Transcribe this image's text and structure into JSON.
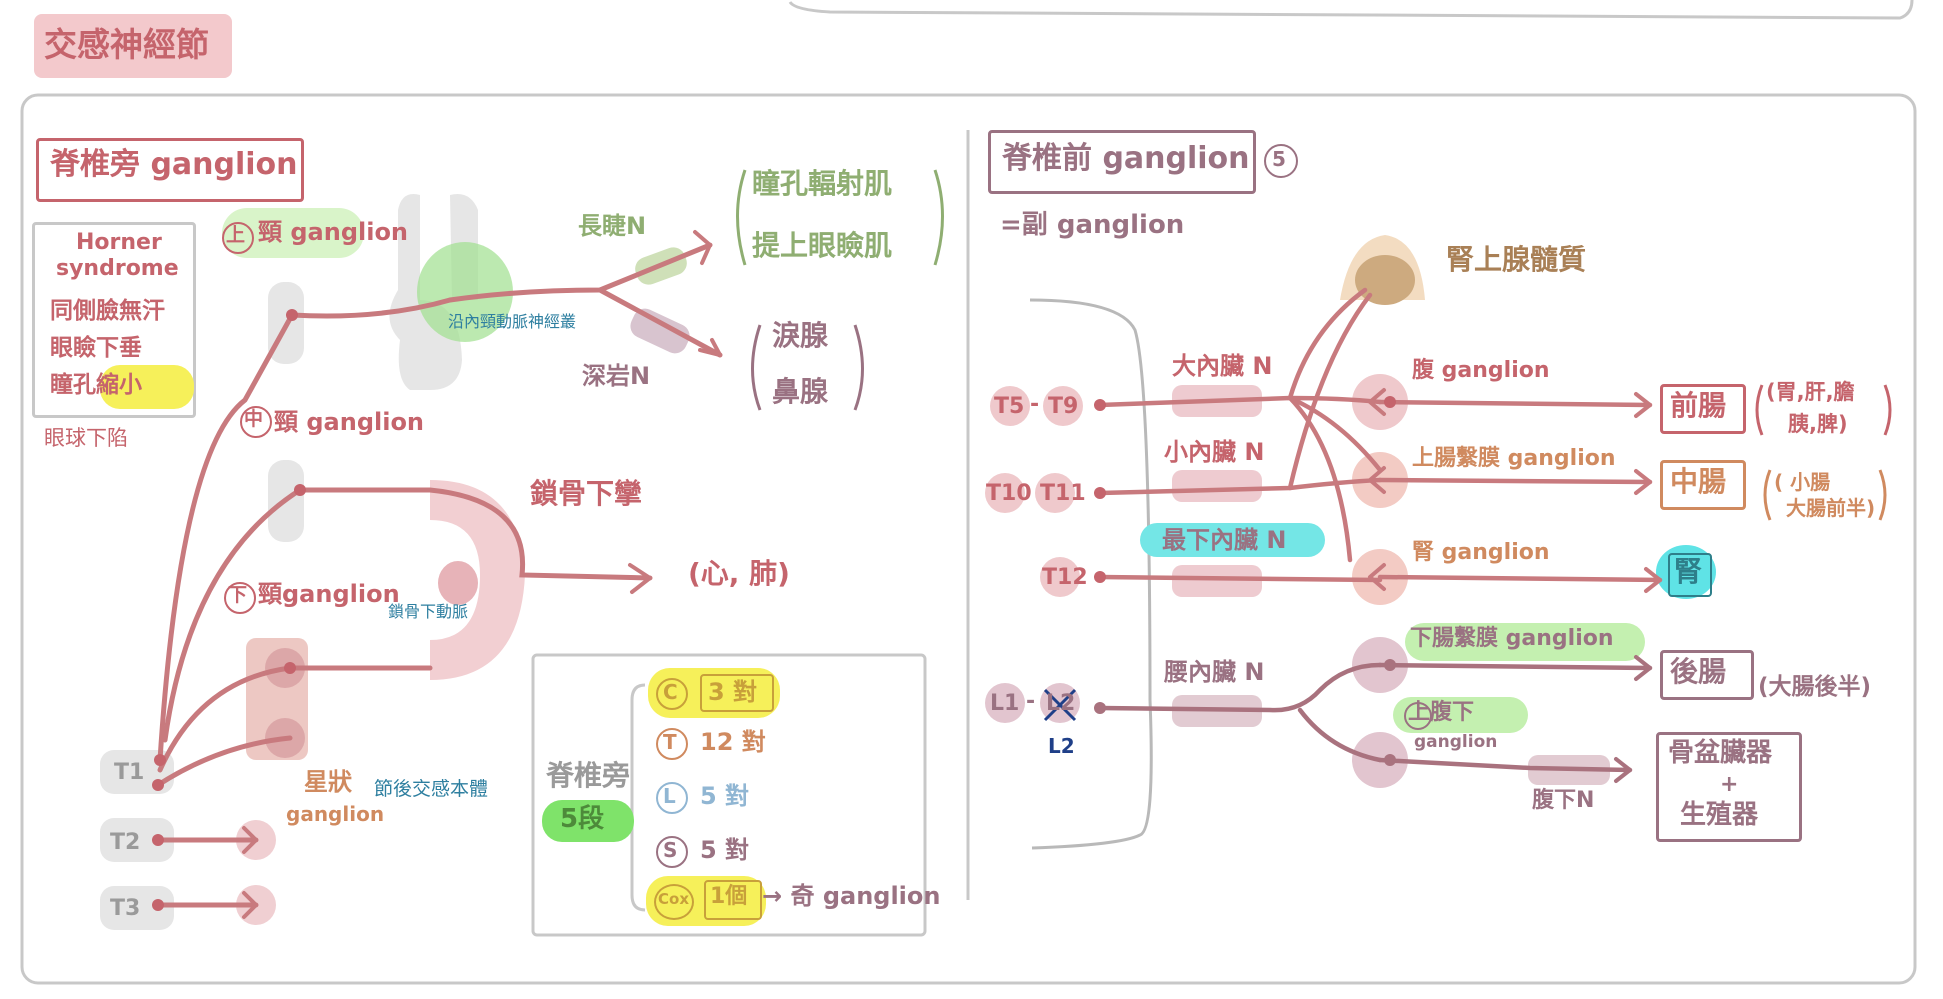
{
  "title": "交感神經節",
  "left_section": {
    "header": "脊椎旁 ganglion",
    "horner": {
      "title_line1": "Horner",
      "title_line2": "syndrome",
      "items": [
        "同側臉無汗",
        "眼瞼下垂",
        "瞳孔縮小"
      ],
      "note": "眼球下陷"
    },
    "superior_cervical": {
      "marker": "上",
      "label": "頸 ganglion",
      "plexus_label": "沿內頸動脈神經叢",
      "long_ciliary_n": "長睫N",
      "deep_petrosal_n": "深岩N",
      "targets_top": [
        "瞳孔輻射肌",
        "提上眼瞼肌"
      ],
      "targets_bottom": [
        "淚腺",
        "鼻腺"
      ]
    },
    "middle_cervical": {
      "marker": "中",
      "label": "頸 ganglion"
    },
    "inferior_cervical": {
      "marker": "下",
      "label": "頸ganglion"
    },
    "subclavian_loop": "鎖骨下攣",
    "subclavian_artery": "鎖骨下動脈",
    "heart_lung": "(心, 肺)",
    "stellate": {
      "line1": "星狀",
      "line2": "ganglion",
      "note": "節後交感本體"
    },
    "vertebrae": [
      "T1",
      "T2",
      "T3"
    ],
    "summary": {
      "title": "脊椎旁",
      "segments_badge": "5段",
      "rows": [
        {
          "letter": "C",
          "count": "3 對"
        },
        {
          "letter": "T",
          "count": "12 對"
        },
        {
          "letter": "L",
          "count": "5 對"
        },
        {
          "letter": "S",
          "count": "5 對"
        },
        {
          "letter": "Cox",
          "count": "1個",
          "note": "→ 奇 ganglion"
        }
      ]
    }
  },
  "right_section": {
    "header": "脊椎前 ganglion",
    "header_count": "5",
    "subheader": "=副 ganglion",
    "adrenal_medulla": "腎上腺髓質",
    "levels": [
      "T5 - T9",
      "T10 T11",
      "T12",
      "L1 - L2"
    ],
    "level_parts": {
      "t5": "T5",
      "t9": "T9",
      "t10": "T10",
      "t11": "T11",
      "t12": "T12",
      "l1": "L1",
      "dash": "-",
      "l2_crossed": "L2",
      "l2_note": "L2"
    },
    "nerves": [
      "大內臟 N",
      "小內臟 N",
      "最下內臟 N",
      "腰內臟 N",
      "腹下N"
    ],
    "ganglia": [
      "腹 ganglion",
      "上腸繫膜 ganglion",
      "腎 ganglion",
      "下腸繫膜 ganglion",
      "上腹下",
      "ganglion"
    ],
    "targets": [
      "前腸",
      "中腸",
      "腎",
      "後腸",
      "骨盆臟器",
      "+",
      "生殖器"
    ],
    "target_notes": [
      "(胃,肝,膽",
      "胰,脾)",
      "( 小腸",
      "大腸前半)",
      "(大腸後半)"
    ]
  },
  "colors": {
    "main_red": "#c5646c",
    "frame_gray": "#c8c8c8",
    "highlight_green": "#aee89a",
    "highlight_yellow": "#f6f05a",
    "highlight_cyan": "#5fe3e6",
    "purple": "#9a7282",
    "orange": "#d08a5f",
    "brown": "#a98056"
  }
}
